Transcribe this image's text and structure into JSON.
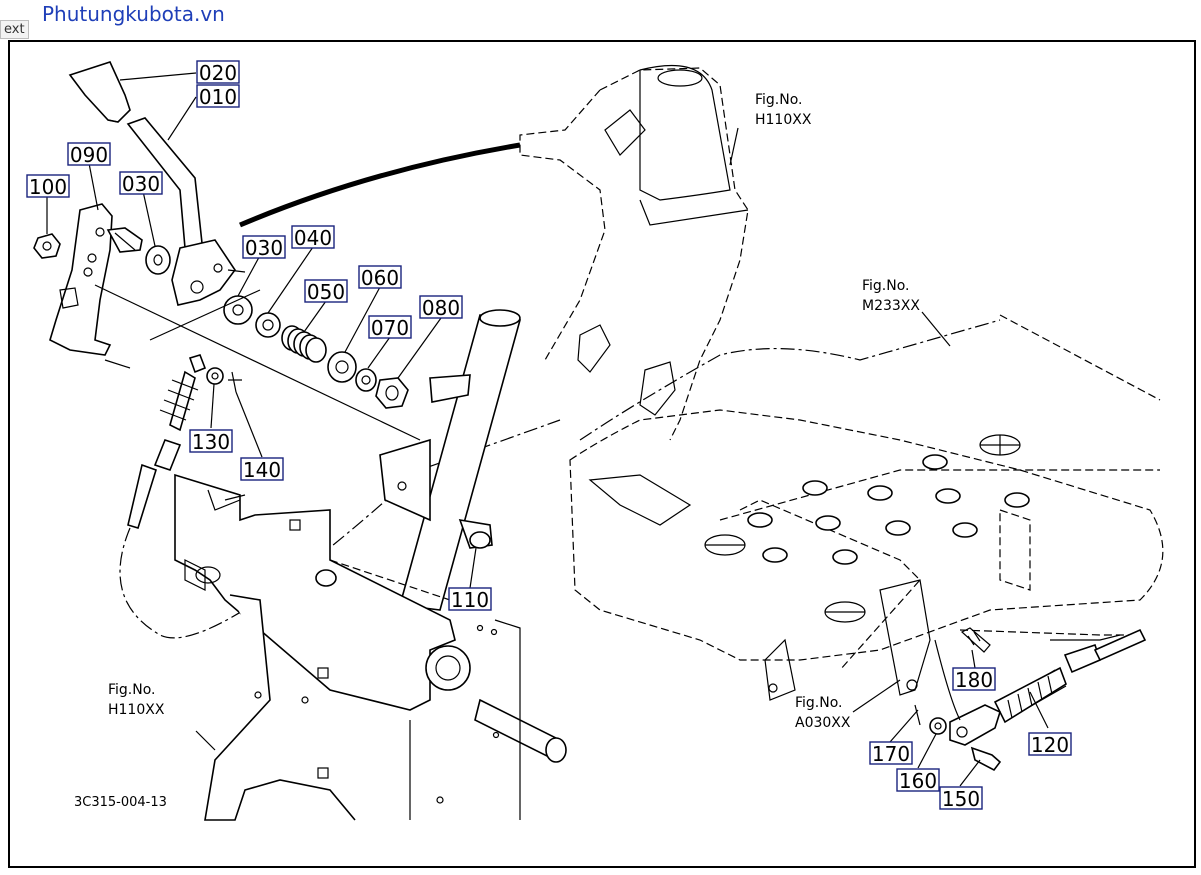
{
  "header": {
    "watermark": "Phutungkubota.vn",
    "tab_label": "ext"
  },
  "diagram": {
    "drawing_code": "3C315-004-13",
    "part_labels": [
      {
        "id": "020",
        "text": "020"
      },
      {
        "id": "010",
        "text": "010"
      },
      {
        "id": "090",
        "text": "090"
      },
      {
        "id": "100",
        "text": "100"
      },
      {
        "id": "030a",
        "text": "030"
      },
      {
        "id": "030b",
        "text": "030"
      },
      {
        "id": "040",
        "text": "040"
      },
      {
        "id": "050",
        "text": "050"
      },
      {
        "id": "060",
        "text": "060"
      },
      {
        "id": "070",
        "text": "070"
      },
      {
        "id": "080",
        "text": "080"
      },
      {
        "id": "130",
        "text": "130"
      },
      {
        "id": "140",
        "text": "140"
      },
      {
        "id": "110",
        "text": "110"
      },
      {
        "id": "180",
        "text": "180"
      },
      {
        "id": "120",
        "text": "120"
      },
      {
        "id": "170",
        "text": "170"
      },
      {
        "id": "160",
        "text": "160"
      },
      {
        "id": "150",
        "text": "150"
      }
    ],
    "figure_refs": [
      {
        "id": "ref-h110-top",
        "line1": "Fig.No.",
        "line2": "H110XX"
      },
      {
        "id": "ref-m233",
        "line1": "Fig.No.",
        "line2": "M233XX"
      },
      {
        "id": "ref-h110-bottom",
        "line1": "Fig.No.",
        "line2": "H110XX"
      },
      {
        "id": "ref-a030",
        "line1": "Fig.No.",
        "line2": "A030XX"
      }
    ]
  }
}
